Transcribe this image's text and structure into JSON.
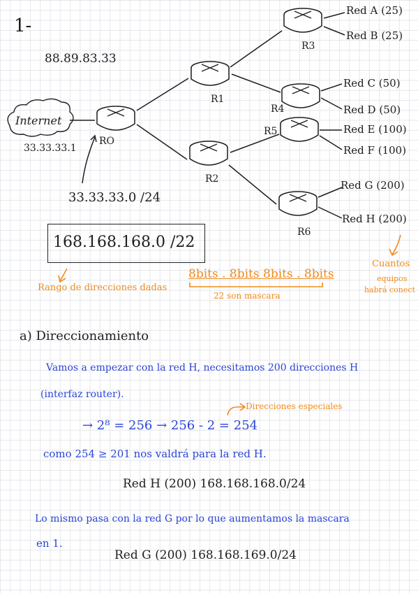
{
  "exercise_number": "1-",
  "top_ip": "88.89.83.33",
  "internet_label": "Internet",
  "isp_ip": "33.33.33.1",
  "routers": {
    "r0": "RO",
    "r1": "R1",
    "r2": "R2",
    "r3": "R3",
    "r4": "R4",
    "r5": "R5",
    "r6": "R6"
  },
  "networks": {
    "a": "Red A (25)",
    "b": "Red B (25)",
    "c": "Red C (50)",
    "d": "Red D (50)",
    "e": "Red E (100)",
    "f": "Red F (100)",
    "g": "Red G (200)",
    "h": "Red H (200)"
  },
  "wan_network": "33.33.33.0 /24",
  "given_block": "168.168.168.0 /22",
  "range_label": "Rango de direcciones dadas",
  "bits_label": "8bits . 8bits 8bits . 8bits",
  "mask_note": "22 son mascara",
  "hosts_note": [
    "Cuantos",
    "equipos",
    "habrá conect"
  ],
  "section_a": "a) Direccionamiento",
  "para1_line1": "Vamos a empezar con la red H, necesitamos 200 direcciones H",
  "para1_line2": "(interfaz router).",
  "special_note": "Direcciones especiales",
  "calc": "→ 2⁸ = 256 → 256 - 2 = 254",
  "compare": "como 254 ≥ 201 nos valdrá para la red H.",
  "red_h_result": "Red H (200) 168.168.168.0/24",
  "para2_line1": "Lo mismo pasa con la red G por lo que aumentamos la mascara",
  "para2_line2": "en 1.",
  "red_g_result": "Red G (200) 168.168.169.0/24"
}
